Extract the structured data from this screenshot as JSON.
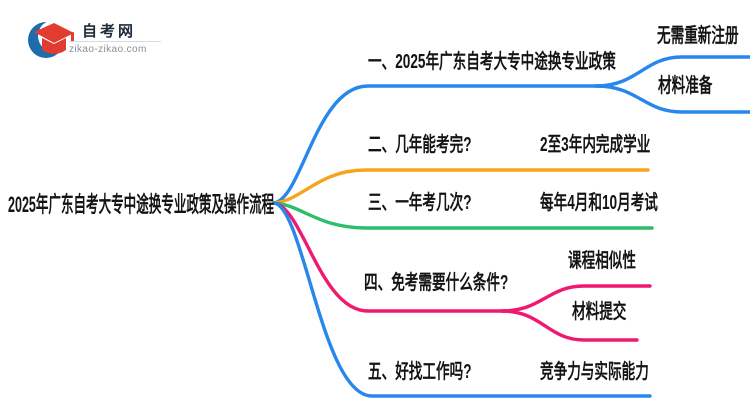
{
  "logo": {
    "site_name": "自考网",
    "domain": "zikao-zikao.com",
    "mark": "graduation-cap-icon",
    "crescent_color": "#1d6cab",
    "cap_color": "#e23b30"
  },
  "map": {
    "root": {
      "label": "2025年广东自考大专中途换专业政策及操作流程"
    },
    "branches": [
      {
        "label": "一、2025年广东自考大专中途换专业政策",
        "color": "#2787EC",
        "children": [
          {
            "label": "无需重新注册"
          },
          {
            "label": "材料准备"
          }
        ]
      },
      {
        "label": "二、几年能考完?",
        "color": "#F7A41C",
        "children": [
          {
            "label": "2至3年内完成学业"
          }
        ]
      },
      {
        "label": "三、一年考几次?",
        "color": "#2BBE6B",
        "children": [
          {
            "label": "每年4月和10月考试"
          }
        ]
      },
      {
        "label": "四、免考需要什么条件?",
        "color": "#EF1A70",
        "children": [
          {
            "label": "课程相似性"
          },
          {
            "label": "材料提交"
          }
        ]
      },
      {
        "label": "五、好找工作吗?",
        "color": "#2787EC",
        "children": [
          {
            "label": "竞争力与实际能力"
          }
        ]
      }
    ]
  }
}
